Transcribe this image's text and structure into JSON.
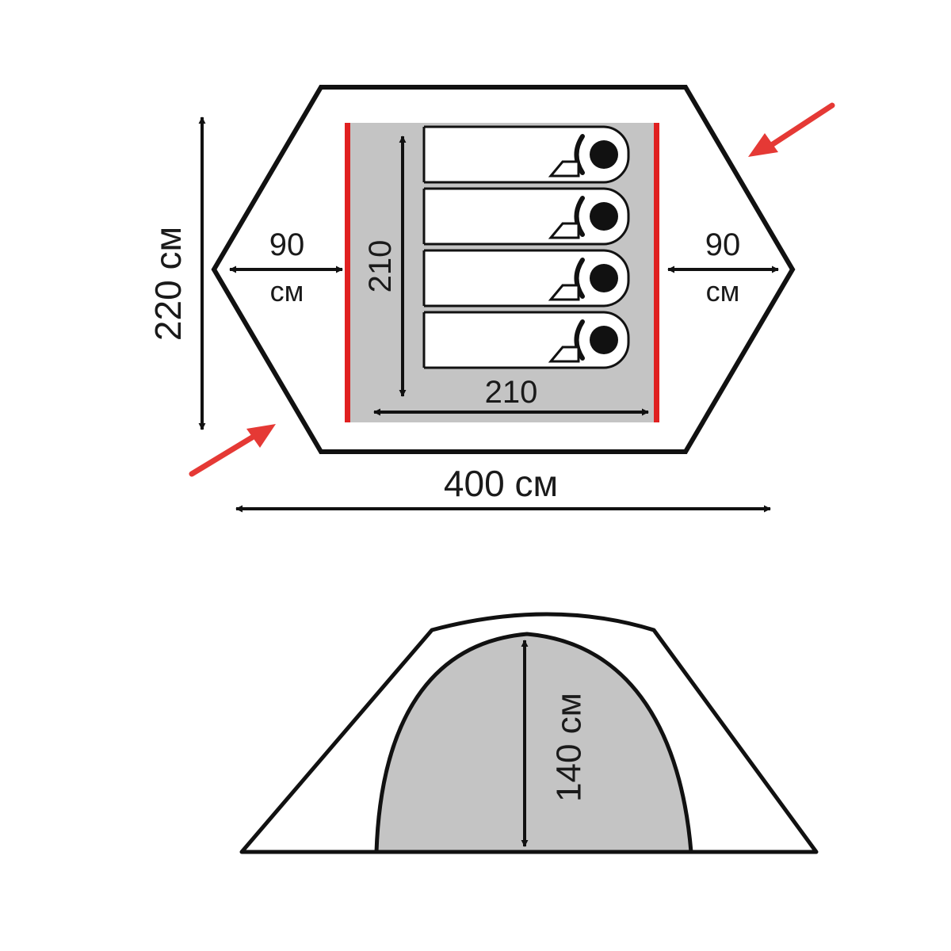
{
  "plan": {
    "total_width_label": "400 см",
    "total_depth_label": "220 см",
    "vestibule_left_width": "90",
    "vestibule_left_unit": "см",
    "vestibule_right_width": "90",
    "vestibule_right_unit": "см",
    "inner_length_label": "210",
    "inner_width_label": "210",
    "sleeping_places": 4
  },
  "elevation": {
    "height_label": "140 см"
  },
  "colors": {
    "outline": "#111111",
    "inner_fill": "#c4c4c4",
    "door_edge": "#e02020",
    "entrance_arrow": "#e53935",
    "background": "#ffffff"
  }
}
